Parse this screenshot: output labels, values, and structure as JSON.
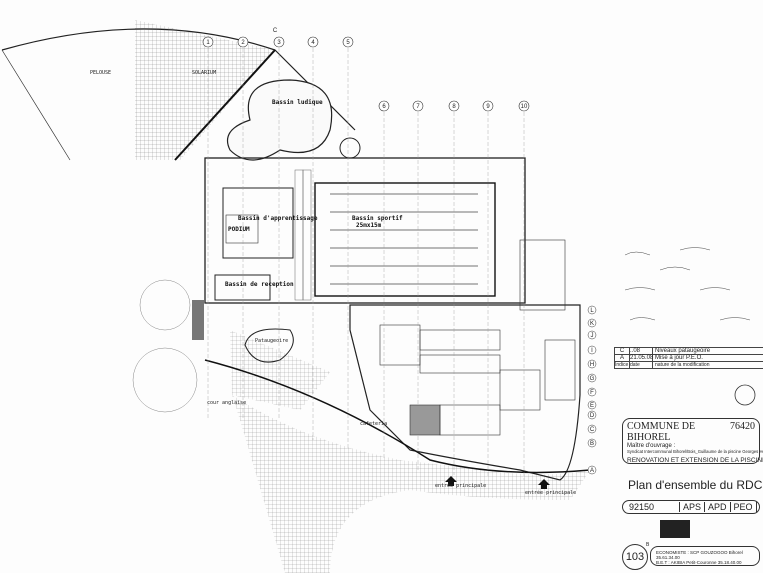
{
  "plan": {
    "labels": {
      "lawn": "PELOUSE",
      "solarium": "SOLARIUM",
      "leisure_pool": "Bassin ludique",
      "learning_pool": "Bassin d'apprentissage",
      "podium": "PODIUM",
      "sport_pool": "Bassin sportif",
      "sport_pool_size": "25mx15m",
      "reception_pool": "Bassin de reception",
      "paddling_pool": "Pataugeoire",
      "courtyard": "cour anglaise",
      "cafeteria": "cafeteria",
      "entrance_1": "entrée principale",
      "entrance_2": "entrée principale",
      "section_c": "C"
    },
    "column_axes": [
      "1",
      "2",
      "3",
      "4",
      "5",
      "6",
      "7",
      "8",
      "9",
      "10"
    ],
    "row_axes": [
      "A",
      "B",
      "C",
      "D",
      "E",
      "F",
      "G",
      "H",
      "I",
      "J",
      "K",
      "L"
    ]
  },
  "revisions": {
    "rows": [
      {
        "index": "C",
        "date": "..08",
        "nature": "Niveaux pataugeoire"
      },
      {
        "index": "A",
        "date": "21.05.08",
        "nature": "Mise à jour P.E.O."
      }
    ],
    "header": {
      "index": "Indice",
      "date": "date",
      "nature": "nature de la modification"
    }
  },
  "title_block": {
    "commune": "COMMUNE DE BIHOREL",
    "postcode": "76420",
    "client_label": "Maître d'ouvrage :",
    "client": "Syndicat Intercommunal Bihorel/Bois_Guillaume de la piscine Georges Hébert",
    "project": "RENOVATION ET EXTENSION DE LA PISCINE",
    "drawing_title": "Plan d'ensemble du RDC",
    "drawing_number": "92150",
    "phases": [
      "APS",
      "APD",
      "PEO"
    ],
    "sheet_number": "103",
    "sheet_suffix": "B",
    "economist_label": "ECONOMISTE :",
    "economist": "SCP GOUZOGOO Bihorel 35.61.34.00",
    "bet_label": "B.E.T :",
    "bet": "AKIBIA Petit-Couronne 35.18.40.00"
  }
}
